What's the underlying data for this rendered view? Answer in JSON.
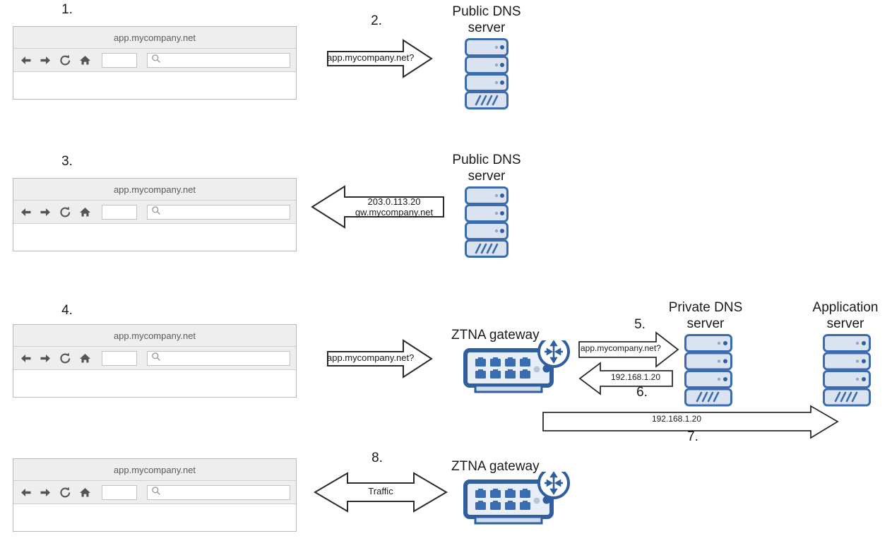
{
  "diagram": {
    "title": "ZTNA gateway DNS and traffic flow",
    "colors": {
      "server_border": "#3c6cb0",
      "server_fill": "#dbe2f0",
      "server_band": "#5b86c4",
      "switch_border": "#2f5f9e",
      "switch_fill": "#e8eef7",
      "port_blue": "#3a6cb0",
      "arrow_stroke": "#2b2b2b",
      "browser_chrome": "#eeeeee",
      "browser_border": "#b9b9b9",
      "text": "#1a1a1a"
    }
  },
  "browser": {
    "title": "app.mycompany.net",
    "toolbar": {
      "back_icon": "back-arrow-icon",
      "forward_icon": "forward-arrow-icon",
      "reload_icon": "reload-icon",
      "home_icon": "home-icon",
      "address_value": "",
      "address_placeholder": "",
      "search_value": "",
      "search_placeholder": "",
      "search_icon": "search-icon"
    },
    "content": ""
  },
  "steps": [
    {
      "id": 1,
      "label": "1."
    },
    {
      "id": 2,
      "label": "2."
    },
    {
      "id": 3,
      "label": "3."
    },
    {
      "id": 4,
      "label": "4."
    },
    {
      "id": 5,
      "label": "5."
    },
    {
      "id": 6,
      "label": "6."
    },
    {
      "id": 7,
      "label": "7."
    },
    {
      "id": 8,
      "label": "8."
    }
  ],
  "nodes": {
    "public_dns_1": {
      "label": "Public DNS\nserver",
      "icon": "server-icon"
    },
    "public_dns_2": {
      "label": "Public DNS\nserver",
      "icon": "server-icon"
    },
    "ztna_gateway_1": {
      "label": "ZTNA gateway",
      "icon": "network-switch-icon"
    },
    "ztna_gateway_2": {
      "label": "ZTNA gateway",
      "icon": "network-switch-icon"
    },
    "private_dns": {
      "label": "Private DNS\nserver",
      "icon": "server-icon"
    },
    "app_server": {
      "label": "Application\nserver",
      "icon": "server-icon"
    }
  },
  "arrows": {
    "step2": {
      "label": "app.mycompany.net?",
      "direction": "right"
    },
    "step3": {
      "label": "203.0.113.20\ngw.mycompany.net",
      "direction": "left"
    },
    "step4": {
      "label": "app.mycompany.net?",
      "direction": "right"
    },
    "step5": {
      "label": "app.mycompany.net?",
      "direction": "right"
    },
    "step6": {
      "label": "192.168.1.20",
      "direction": "left"
    },
    "step7": {
      "label": "192.168.1.20",
      "direction": "right"
    },
    "step8": {
      "label": "Traffic",
      "direction": "both"
    }
  }
}
